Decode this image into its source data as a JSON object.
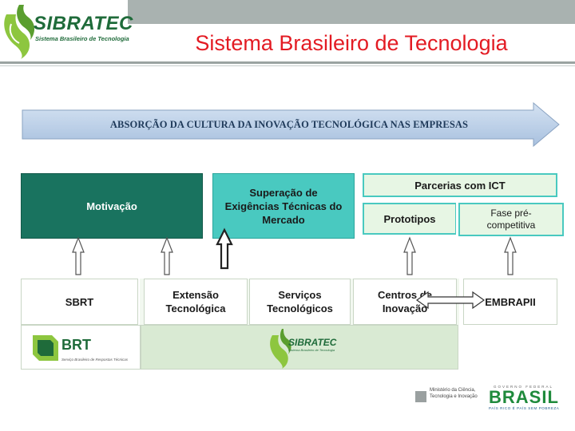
{
  "header": {
    "logo_name": "SIBRATEC",
    "logo_subtitle": "Sistema Brasileiro de Tecnologia",
    "title": "Sistema Brasileiro de Tecnologia"
  },
  "diagram": {
    "banner": "ABSORÇÃO DA CULTURA DA INOVAÇÃO TECNOLÓGICA NAS EMPRESAS",
    "top_boxes": {
      "motivacao": "Motivação",
      "superacao": "Superação de Exigências Técnicas do Mercado",
      "parcerias": "Parcerias com ICT",
      "prototipos": "Prototipos",
      "fase": "Fase pré-competitiva"
    },
    "bottom_boxes": {
      "sbrt": "SBRT",
      "extensao": "Extensão Tecnológica",
      "servicos": "Serviços Tecnológicos",
      "centros": "Centros de Inovação",
      "embrapii": "EMBRAPII"
    },
    "brt_logo": {
      "name": "BRT",
      "subtitle": "Serviço Brasileiro de Respostas Técnicas"
    },
    "sibratec_small_logo": {
      "name": "SIBRATEC",
      "subtitle": "Sistema Brasileiro de Tecnologia"
    }
  },
  "footer": {
    "ministry": "Ministério da Ciência, Tecnologia e Inovação",
    "gov_top": "GOVERNO FEDERAL",
    "brasil": "BRASIL",
    "slogan": "PAÍS RICO É PAÍS SEM POBREZA"
  },
  "colors": {
    "title_red": "#e31b23",
    "dark_teal": "#19735f",
    "light_teal": "#49c9c0",
    "pale_green": "#e7f6e4",
    "banner_blue": "#b8cce4",
    "accent_green": "#8dc63f"
  }
}
